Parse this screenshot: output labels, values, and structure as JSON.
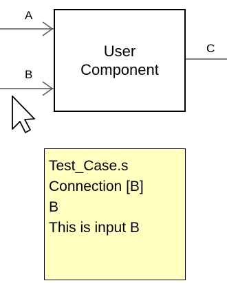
{
  "block": {
    "name_line1": "User",
    "name_line2": "Component"
  },
  "ports": {
    "input_a": "A",
    "input_b": "B",
    "output_c": "C"
  },
  "tooltip": {
    "line1": "Test_Case.s",
    "line2": "Connection [B]",
    "line3": "B",
    "line4": "This is input B",
    "background": "#ffffc0"
  },
  "cursor": {
    "icon": "arrow-pointer-icon"
  }
}
